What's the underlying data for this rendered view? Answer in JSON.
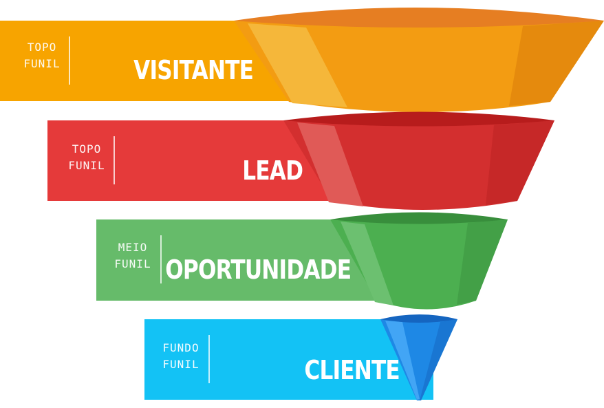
{
  "funnel": {
    "stages": [
      {
        "name": "VISITANTE",
        "tag_line1": "TOPO",
        "tag_line2": "FUNIL",
        "band_color": "#f7a400",
        "cone_light": "#f5b73a",
        "cone_mid": "#f39c12",
        "cone_dark": "#e58a0d",
        "rim_color": "#e67e22"
      },
      {
        "name": "LEAD",
        "tag_line1": "TOPO",
        "tag_line2": "FUNIL",
        "band_color": "#e53a3a",
        "cone_light": "#e05a57",
        "cone_mid": "#d32f2f",
        "cone_dark": "#c62828",
        "rim_color": "#b71c1c"
      },
      {
        "name": "OPORTUNIDADE",
        "tag_line1": "MEIO",
        "tag_line2": "FUNIL",
        "band_color": "#66bb6a",
        "cone_light": "#6cc070",
        "cone_mid": "#4caf50",
        "cone_dark": "#43a047",
        "rim_color": "#388e3c"
      },
      {
        "name": "CLIENTE",
        "tag_line1": "FUNDO",
        "tag_line2": "FUNIL",
        "band_color": "#13c2f5",
        "cone_light": "#42a5f5",
        "cone_mid": "#1e88e5",
        "cone_dark": "#1976d2",
        "rim_color": "#1565c0"
      }
    ]
  }
}
